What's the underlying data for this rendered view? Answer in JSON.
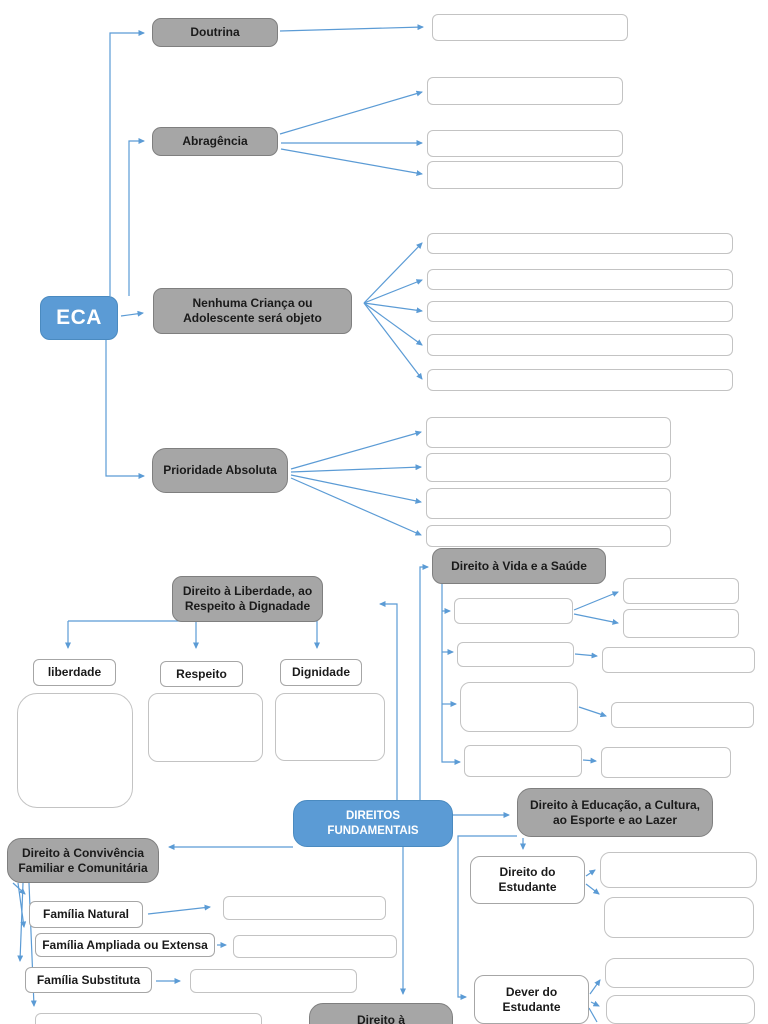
{
  "diagram": {
    "title_node": "ECA",
    "colors": {
      "accent_blue": "#5b9bd5",
      "node_gray": "#a6a6a6",
      "node_gray_border": "#7f7f7f",
      "empty_box_border": "#c3c3c3",
      "arrow_blue": "#5b9bd5"
    },
    "nodes": {
      "eca": "ECA",
      "doutrina": "Doutrina",
      "abragencia": "Abragência",
      "nenhuma": "Nenhuma Criança ou Adolescente será objeto",
      "prioridade": "Prioridade Absoluta",
      "vida_saude": "Direito à Vida e a Saúde",
      "liberdade_respeito_dignidade": "Direito à Liberdade, ao Respeito à Dignadade",
      "liberdade": "liberdade",
      "respeito": "Respeito",
      "dignidade": "Dignidade",
      "direitos_fundamentais": "DIREITOS FUNDAMENTAIS",
      "educacao": "Direito à Educação, a Cultura, ao Esporte e ao Lazer",
      "convivencia": "Direito à Convivência Familiar e Comunitária",
      "familia_natural": "Família Natural",
      "familia_ampliada": "Família Ampliada ou Extensa",
      "familia_substituta": "Família Substituta",
      "direito_estudante": "Direito do Estudante",
      "dever_estudante": "Dever do Estudante",
      "direito_a": "Direito à"
    }
  }
}
